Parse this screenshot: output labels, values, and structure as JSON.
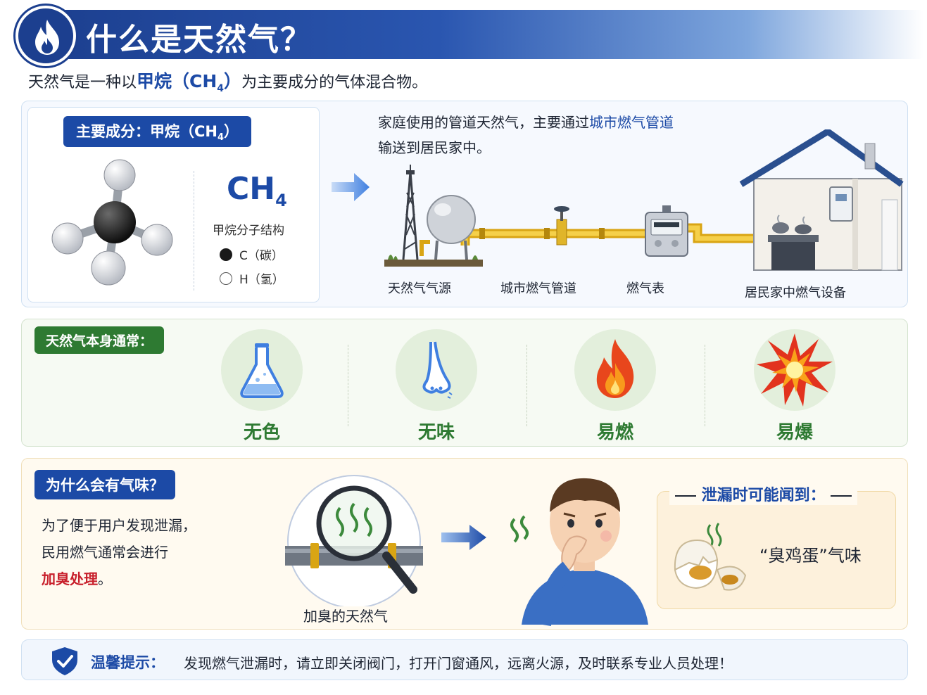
{
  "header": {
    "title": "什么是天然气？",
    "icon": "flame-icon"
  },
  "intro": {
    "prefix": "天然气是一种以",
    "highlight": "甲烷（CH",
    "highlight_sub": "4",
    "highlight_close": "）",
    "suffix": "为主要成分的气体混合物。"
  },
  "composition": {
    "title_prefix": "主要成分：甲烷（CH",
    "title_sub": "4",
    "title_close": "）",
    "formula_main": "CH",
    "formula_sub": "4",
    "caption": "甲烷分子结构",
    "legend": [
      {
        "label": "C（碳）",
        "color": "#1a1a1a"
      },
      {
        "label": "H（氢）",
        "color": "#ffffff"
      }
    ]
  },
  "delivery": {
    "text_prefix": "家庭使用的管道天然气，主要通过",
    "text_highlight": "城市燃气管道",
    "text_suffix": "输送到居民家中。",
    "stages": [
      "天然气气源",
      "城市燃气管道",
      "燃气表",
      "居民家中燃气设备"
    ]
  },
  "properties": {
    "title": "天然气本身通常：",
    "items": [
      {
        "label": "无色",
        "icon": "flask-icon"
      },
      {
        "label": "无味",
        "icon": "nose-icon"
      },
      {
        "label": "易燃",
        "icon": "fire-icon"
      },
      {
        "label": "易爆",
        "icon": "explosion-icon"
      }
    ]
  },
  "why_smell": {
    "title": "为什么会有气味？",
    "line1": "为了便于用户发现泄漏，",
    "line2": "民用燃气通常会进行",
    "highlight": "加臭处理",
    "end": "。",
    "odor_label": "加臭的天然气",
    "leak_title": "泄漏时可能闻到：",
    "smell_desc": "“臭鸡蛋”气味"
  },
  "tip": {
    "label": "温馨提示：",
    "text": "发现燃气泄漏时，请立即关闭阀门，打开门窗通风，远离火源，及时联系专业人员处理！"
  },
  "colors": {
    "primary_blue": "#1c4aa6",
    "green": "#2e7a32",
    "red": "#c8202c",
    "pipe_yellow": "#e8b820"
  }
}
